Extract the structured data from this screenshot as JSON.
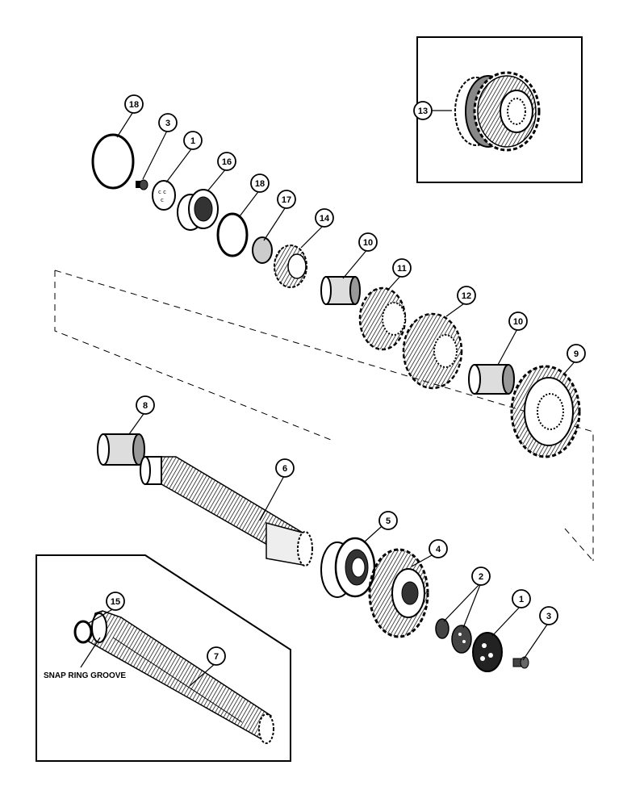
{
  "callouts": {
    "c1a": "1",
    "c1b": "1",
    "c2": "2",
    "c3a": "3",
    "c3b": "3",
    "c4": "4",
    "c5": "5",
    "c6": "6",
    "c7": "7",
    "c8": "8",
    "c9": "9",
    "c10a": "10",
    "c10b": "10",
    "c11": "11",
    "c12": "12",
    "c13": "13",
    "c14": "14",
    "c15": "15",
    "c16": "16",
    "c17": "17",
    "c18a": "18",
    "c18b": "18"
  },
  "labels": {
    "snap_ring_groove": "SNAP RING GROOVE"
  }
}
